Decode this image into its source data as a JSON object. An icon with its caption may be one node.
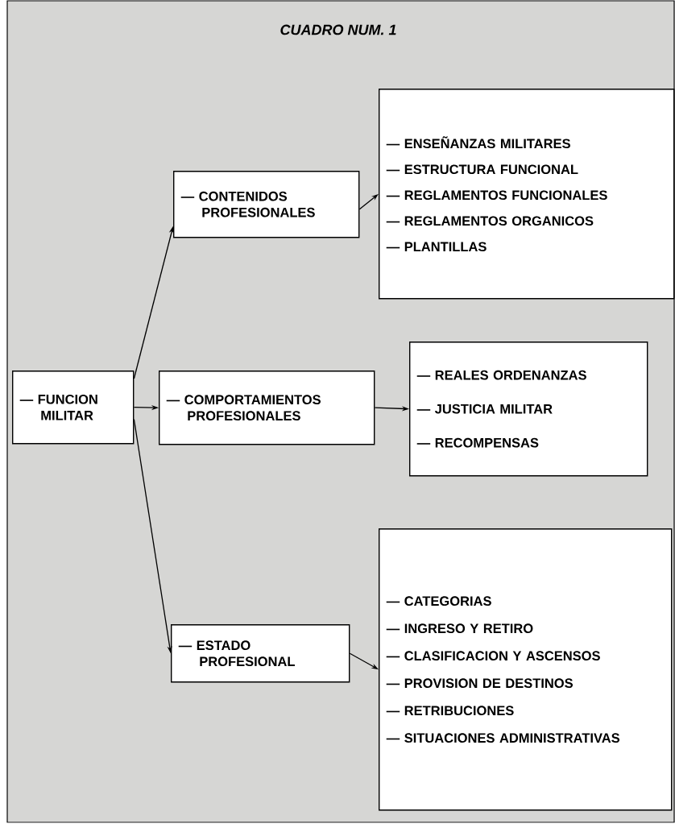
{
  "diagram": {
    "title": "CUADRO NUM. 1",
    "nodes": [
      {
        "text": [
          "— FUNCION MILITAR"
        ]
      },
      {
        "text": [
          "— CONTENIDOS PROFESIONALES"
        ]
      },
      {
        "text": [
          "— COMPORTAMIENTOS PROFESIONALES"
        ]
      },
      {
        "text": [
          "— ESTADO PROFESIONAL"
        ]
      },
      {
        "text": [
          "— ENSEÑANZAS MILITARES",
          "— ESTRUCTURA FUNCIONAL",
          "— REGLAMENTOS FUNCIONALES",
          "— REGLAMENTOS ORGANICOS",
          "— PLANTILLAS"
        ]
      },
      {
        "text": [
          "— REALES ORDENANZAS",
          "— JUSTICIA MILITAR",
          "— RECOMPENSAS"
        ]
      },
      {
        "text": [
          "— CATEGORIAS",
          "— INGRESO Y RETIRO",
          "— CLASIFICACION Y ASCENSOS",
          "— PROVISION DE DESTINOS",
          "— RETRIBUCIONES",
          "— SITUACIONES ADMINISTRATIVAS"
        ]
      }
    ],
    "edges": [
      {
        "from": 0,
        "to": 1,
        "arrow": "to"
      },
      {
        "from": 0,
        "to": 2,
        "arrow": "to"
      },
      {
        "from": 0,
        "to": 3,
        "arrow": "to"
      },
      {
        "from": 1,
        "to": 4,
        "arrow": "to"
      },
      {
        "from": 2,
        "to": 5,
        "arrow": "to"
      },
      {
        "from": 3,
        "to": 6,
        "arrow": "to"
      }
    ]
  }
}
